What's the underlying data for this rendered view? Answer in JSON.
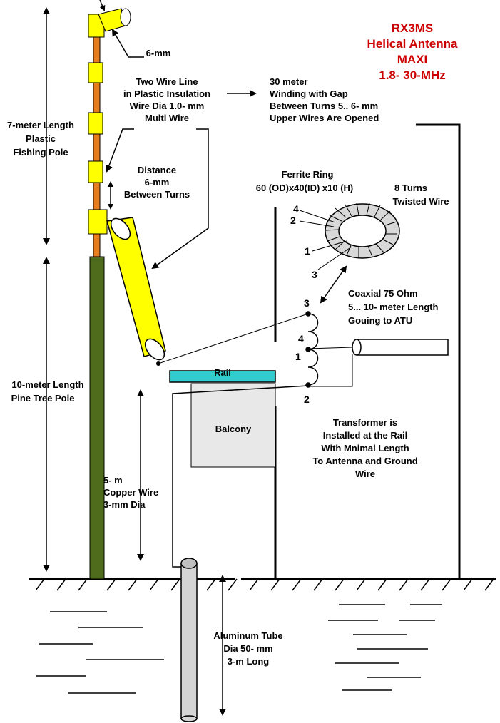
{
  "title": [
    "RX3MS",
    "Helical Antenna",
    "MAXI",
    "1.8- 30-MHz"
  ],
  "labels": {
    "six_mm": "6-mm",
    "two_wire": [
      "Two Wire Line",
      "in Plastic Insulation",
      "Wire Dia 1.0- mm",
      "Multi Wire"
    ],
    "winding": [
      "30 meter",
      "Winding with Gap",
      "Between Turns 5.. 6- mm",
      "Upper Wires Are Opened"
    ],
    "fishing_pole": [
      "7-meter Length",
      "Plastic",
      "Fishing Pole"
    ],
    "distance": [
      "Distance",
      "6-mm",
      "Between Turns"
    ],
    "ferrite": [
      "Ferrite Ring",
      "60 (OD)x40(ID) x10 (H)"
    ],
    "turns": [
      "8  Turns",
      "Twisted Wire"
    ],
    "coax": [
      "Coaxial 75 Ohm",
      "5... 10- meter Length",
      "Gouing to ATU"
    ],
    "pine_pole": [
      "10-meter Length",
      "Pine Tree Pole"
    ],
    "rail": "Rail",
    "balcony": "Balcony",
    "transformer": [
      "Transformer is",
      "Installed at the Rail",
      "With Mnimal Length",
      "To Antenna and Ground",
      "Wire"
    ],
    "copper": [
      "5- m",
      "Copper Wire",
      "3-mm Dia"
    ],
    "aluminum": [
      "Aluminum Tube",
      "Dia 50- mm",
      "3-m Long"
    ],
    "ring_pins": {
      "p4": "4",
      "p2": "2",
      "p1": "1",
      "p3": "3"
    },
    "coil_pins": {
      "p3": "3",
      "p4": "4",
      "p1": "1",
      "p2": "2"
    }
  },
  "colors": {
    "title": "#cc0000",
    "pole_green": "#4f6b1c",
    "pole_orange": "#e87d1e",
    "yellow": "#ffff00",
    "cyan": "#33cccc",
    "balcony": "#e8e8e8",
    "tube": "#d4d4d4"
  }
}
